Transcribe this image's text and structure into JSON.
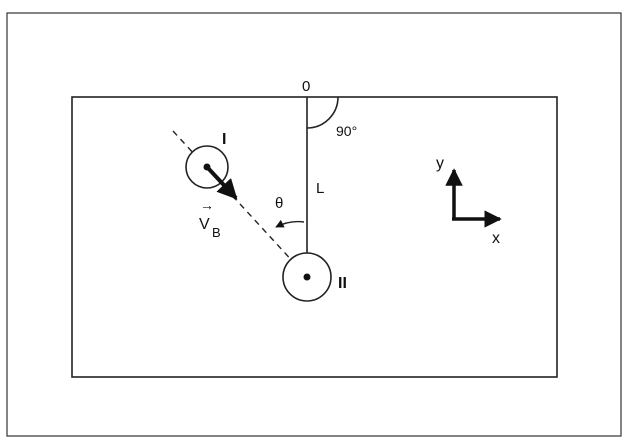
{
  "colors": {
    "ink": "#111111",
    "background": "#ffffff"
  },
  "labels": {
    "origin": "0",
    "angle_right": "90°",
    "length": "L",
    "theta": "θ",
    "ball_one": "I",
    "ball_two": "II",
    "velocity_vector": "V",
    "velocity_subscript": "B",
    "velocity_arrow": "→",
    "axis_y": "y",
    "axis_x": "x"
  }
}
